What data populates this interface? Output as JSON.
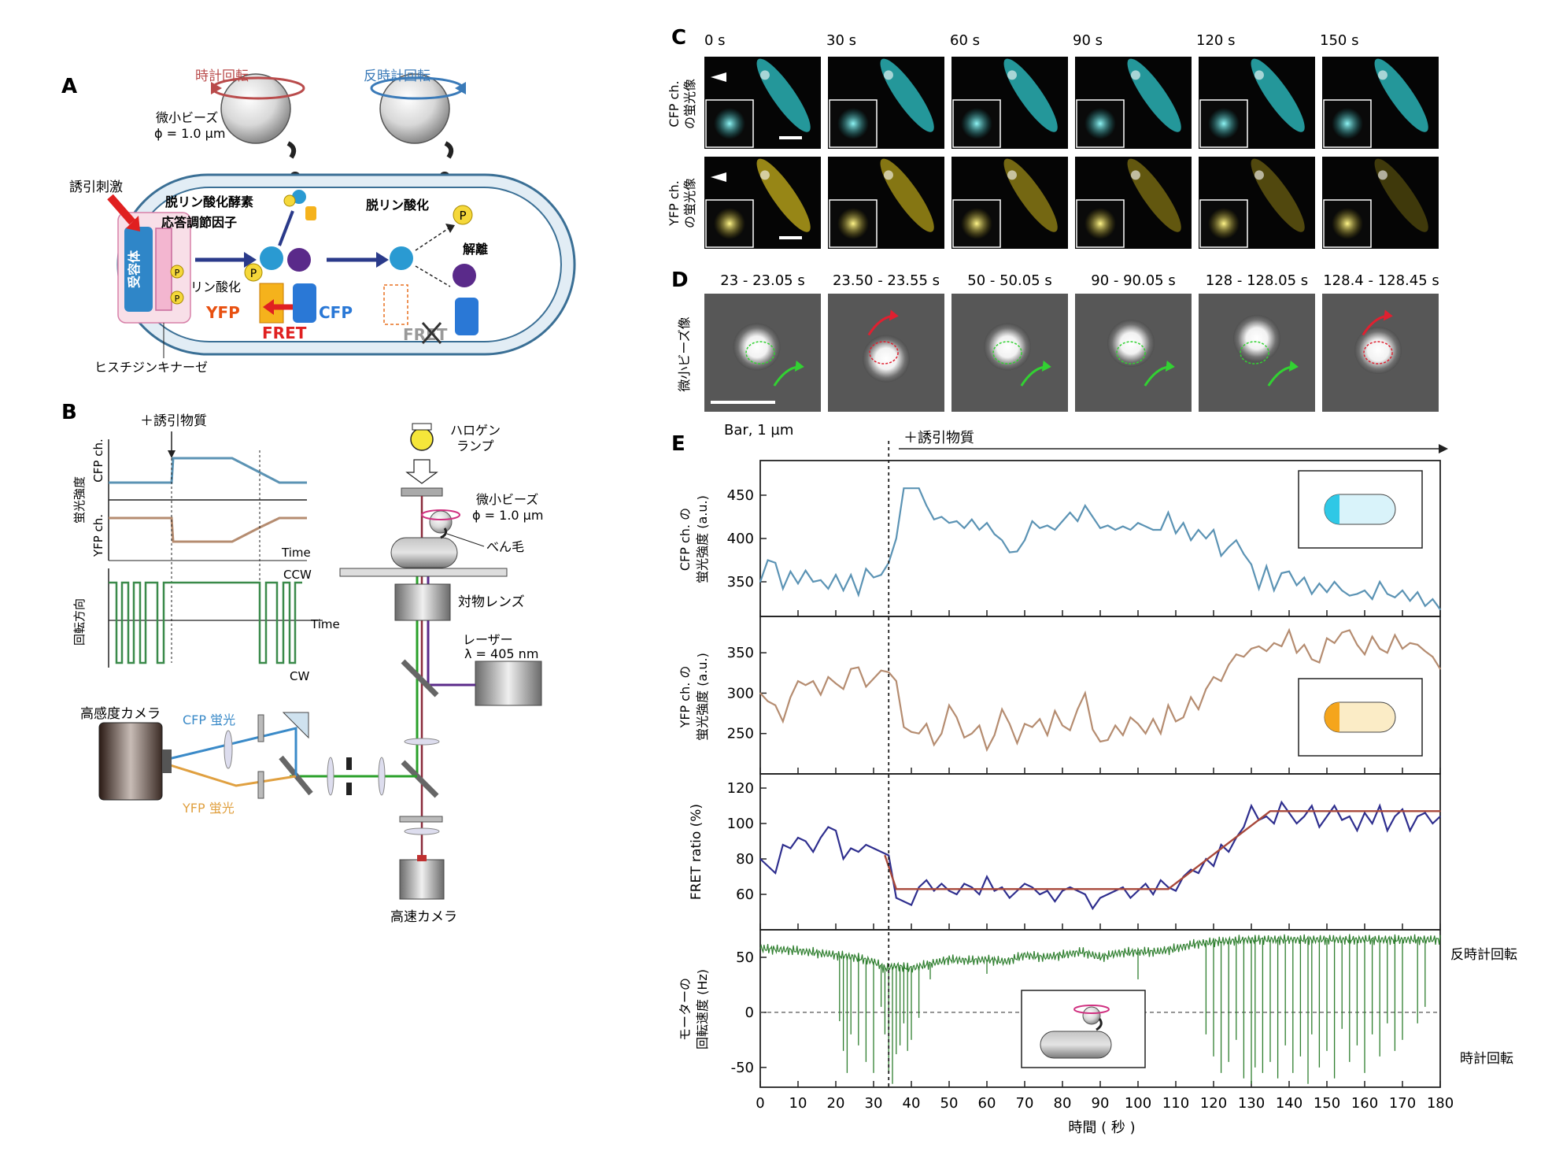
{
  "panels": {
    "A": "A",
    "B": "B",
    "C": "C",
    "D": "D",
    "E": "E"
  },
  "panel_a": {
    "cw_rotation": "時計回転",
    "ccw_rotation": "反時計回転",
    "bead": "微小ビーズ",
    "bead_size": "ϕ = 1.0 µm",
    "attractant_stimulus": "誘引刺激",
    "receptor": "受容体",
    "phosphatase": "脱リン酸化酵素",
    "response_regulator": "応答調節因子",
    "dephosphorylation": "脱リン酸化",
    "dissociation": "解離",
    "phosphorylation": "リン酸化",
    "yfp": "YFP",
    "cfp": "CFP",
    "fret": "FRET",
    "histidine_kinase": "ヒスチジンキナーゼ",
    "p": "P"
  },
  "panel_b": {
    "attractant": "＋誘引物質",
    "fluor_intensity": "蛍光強度",
    "cfp_ch": "CFP ch.",
    "yfp_ch": "YFP ch.",
    "time": "Time",
    "rotation_direction": "回転方向",
    "ccw": "CCW",
    "cw": "CW",
    "halogen": "ハロゲン",
    "lamp": "ランプ",
    "bead": "微小ビーズ",
    "bead_size": "ϕ = 1.0 µm",
    "flagellum": "べん毛",
    "objective": "対物レンズ",
    "laser": "レーザー",
    "laser_wl": "λ = 405 nm",
    "sensitive_camera": "高感度カメラ",
    "cfp_fluor": "CFP 蛍光",
    "yfp_fluor": "YFP 蛍光",
    "highspeed_camera": "高速カメラ"
  },
  "panel_c": {
    "times": [
      "0 s",
      "30 s",
      "60 s",
      "90 s",
      "120 s",
      "150 s"
    ],
    "cfp_row_label": [
      "CFP ch.",
      "の蛍光像"
    ],
    "yfp_row_label": [
      "YFP ch.",
      "の蛍光像"
    ],
    "cfp_color": "#2fc8cc",
    "yfp_color": "#c8b21c"
  },
  "panel_d": {
    "times": [
      "23 - 23.05 s",
      "23.50 - 23.55 s",
      "50 - 50.05 s",
      "90 - 90.05 s",
      "128 - 128.05 s",
      "128.4 - 128.45 s"
    ],
    "row_label": "微小ビーズ像",
    "bar": "Bar, 1 µm",
    "trace_colors": [
      "green",
      "red",
      "green",
      "green",
      "green",
      "red"
    ]
  },
  "panel_e": {
    "attractant": "＋誘引物質",
    "x_label": "時間 ( 秒 )",
    "ccw_label": "反時計回転",
    "cw_label": "時計回転"
  },
  "chart_data": [
    {
      "type": "line",
      "ylabel": "CFP ch. の蛍光強度 (a.u.)",
      "xlim": [
        0,
        180
      ],
      "ylim": [
        310,
        490
      ],
      "yticks": [
        350,
        400,
        450
      ],
      "series": [
        {
          "color": "#5b93b4",
          "x": [
            0,
            2,
            4,
            6,
            8,
            10,
            12,
            14,
            16,
            18,
            20,
            22,
            24,
            26,
            28,
            30,
            32,
            34,
            36,
            38,
            40,
            42,
            44,
            46,
            48,
            50,
            52,
            54,
            56,
            58,
            60,
            62,
            64,
            66,
            68,
            70,
            72,
            74,
            76,
            78,
            80,
            82,
            84,
            86,
            88,
            90,
            92,
            94,
            96,
            98,
            100,
            102,
            104,
            106,
            108,
            110,
            112,
            114,
            116,
            118,
            120,
            122,
            124,
            126,
            128,
            130,
            132,
            134,
            136,
            138,
            140,
            142,
            144,
            146,
            148,
            150,
            152,
            154,
            156,
            158,
            160,
            162,
            164,
            166,
            168,
            170,
            172,
            174,
            176,
            178,
            180
          ],
          "y": [
            350,
            375,
            372,
            342,
            362,
            348,
            363,
            350,
            352,
            342,
            358,
            340,
            358,
            335,
            365,
            355,
            358,
            372,
            400,
            458,
            458,
            458,
            438,
            422,
            425,
            418,
            420,
            412,
            422,
            410,
            418,
            405,
            398,
            384,
            385,
            398,
            420,
            412,
            415,
            410,
            420,
            430,
            420,
            438,
            425,
            412,
            415,
            410,
            414,
            410,
            418,
            414,
            410,
            410,
            430,
            406,
            418,
            398,
            410,
            400,
            410,
            380,
            390,
            398,
            382,
            370,
            342,
            368,
            340,
            360,
            362,
            346,
            355,
            336,
            348,
            338,
            350,
            340,
            334,
            336,
            340,
            330,
            350,
            336,
            332,
            340,
            328,
            338,
            322,
            330,
            318
          ]
        }
      ]
    },
    {
      "type": "line",
      "ylabel": "YFP ch. の蛍光強度 (a.u.)",
      "xlim": [
        0,
        180
      ],
      "ylim": [
        200,
        395
      ],
      "yticks": [
        250,
        300,
        350
      ],
      "series": [
        {
          "color": "#b58c70",
          "x": [
            0,
            2,
            4,
            6,
            8,
            10,
            12,
            14,
            16,
            18,
            20,
            22,
            24,
            26,
            28,
            30,
            32,
            34,
            36,
            38,
            40,
            42,
            44,
            46,
            48,
            50,
            52,
            54,
            56,
            58,
            60,
            62,
            64,
            66,
            68,
            70,
            72,
            74,
            76,
            78,
            80,
            82,
            84,
            86,
            88,
            90,
            92,
            94,
            96,
            98,
            100,
            102,
            104,
            106,
            108,
            110,
            112,
            114,
            116,
            118,
            120,
            122,
            124,
            126,
            128,
            130,
            132,
            134,
            136,
            138,
            140,
            142,
            144,
            146,
            148,
            150,
            152,
            154,
            156,
            158,
            160,
            162,
            164,
            166,
            168,
            170,
            172,
            174,
            176,
            178,
            180
          ],
          "y": [
            300,
            290,
            285,
            265,
            295,
            315,
            310,
            315,
            298,
            320,
            312,
            305,
            330,
            332,
            308,
            318,
            328,
            326,
            315,
            258,
            252,
            250,
            262,
            236,
            250,
            285,
            270,
            245,
            250,
            260,
            230,
            248,
            280,
            262,
            238,
            262,
            258,
            268,
            248,
            278,
            260,
            254,
            280,
            300,
            255,
            240,
            242,
            260,
            248,
            270,
            262,
            250,
            268,
            250,
            285,
            265,
            270,
            295,
            280,
            305,
            320,
            315,
            335,
            348,
            345,
            355,
            358,
            352,
            362,
            358,
            378,
            350,
            360,
            342,
            338,
            368,
            362,
            375,
            378,
            360,
            348,
            370,
            355,
            350,
            372,
            355,
            362,
            360,
            352,
            345,
            330
          ]
        }
      ]
    },
    {
      "type": "line",
      "ylabel": "FRET ratio (%)",
      "xlim": [
        0,
        180
      ],
      "ylim": [
        40,
        128
      ],
      "yticks": [
        60,
        80,
        100,
        120
      ],
      "series": [
        {
          "name": "",
          "color": "#2e2e8e",
          "x": [
            0,
            2,
            4,
            6,
            8,
            10,
            12,
            14,
            16,
            18,
            20,
            22,
            24,
            26,
            28,
            30,
            32,
            34,
            36,
            38,
            40,
            42,
            44,
            46,
            48,
            50,
            52,
            54,
            56,
            58,
            60,
            62,
            64,
            66,
            68,
            70,
            72,
            74,
            76,
            78,
            80,
            82,
            84,
            86,
            88,
            90,
            92,
            94,
            96,
            98,
            100,
            102,
            104,
            106,
            108,
            110,
            112,
            114,
            116,
            118,
            120,
            122,
            124,
            126,
            128,
            130,
            132,
            134,
            136,
            138,
            140,
            142,
            144,
            146,
            148,
            150,
            152,
            154,
            156,
            158,
            160,
            162,
            164,
            166,
            168,
            170,
            172,
            174,
            176,
            178,
            180
          ],
          "y": [
            80,
            76,
            72,
            88,
            86,
            92,
            90,
            84,
            92,
            98,
            96,
            80,
            86,
            84,
            88,
            86,
            84,
            82,
            58,
            56,
            54,
            64,
            68,
            62,
            66,
            62,
            60,
            66,
            64,
            60,
            70,
            62,
            64,
            58,
            62,
            66,
            64,
            60,
            62,
            56,
            62,
            64,
            62,
            60,
            52,
            58,
            60,
            62,
            64,
            58,
            62,
            66,
            60,
            68,
            64,
            62,
            70,
            74,
            72,
            80,
            76,
            88,
            84,
            92,
            98,
            110,
            102,
            104,
            100,
            112,
            106,
            100,
            104,
            110,
            98,
            104,
            110,
            102,
            104,
            96,
            106,
            100,
            110,
            96,
            104,
            108,
            96,
            104,
            106,
            100,
            104
          ]
        },
        {
          "name": "",
          "color": "#a8483a",
          "x": [
            33,
            36,
            50,
            100,
            108,
            135,
            180
          ],
          "y": [
            82,
            63,
            63,
            63,
            63,
            107,
            107
          ]
        }
      ]
    },
    {
      "type": "line",
      "ylabel": "モーターの 回転速度 (Hz)",
      "xlabel": "時間 ( 秒 )",
      "xlim": [
        0,
        180
      ],
      "ylim": [
        -68,
        75
      ],
      "yticks": [
        -50,
        0,
        50
      ],
      "xticks": [
        0,
        10,
        20,
        30,
        40,
        50,
        60,
        70,
        80,
        90,
        100,
        110,
        120,
        130,
        140,
        150,
        160,
        170,
        180
      ],
      "zero_line": true,
      "series": [
        {
          "color": "#2f7f2f",
          "baseline": [
            [
              0,
              58
            ],
            [
              10,
              56
            ],
            [
              20,
              52
            ],
            [
              25,
              50
            ],
            [
              30,
              46
            ],
            [
              33,
              40
            ],
            [
              36,
              42
            ],
            [
              40,
              40
            ],
            [
              45,
              44
            ],
            [
              50,
              48
            ],
            [
              55,
              47
            ],
            [
              60,
              48
            ],
            [
              65,
              46
            ],
            [
              70,
              52
            ],
            [
              75,
              50
            ],
            [
              80,
              52
            ],
            [
              85,
              55
            ],
            [
              90,
              50
            ],
            [
              95,
              54
            ],
            [
              100,
              55
            ],
            [
              105,
              55
            ],
            [
              110,
              58
            ],
            [
              115,
              62
            ],
            [
              120,
              64
            ],
            [
              130,
              66
            ],
            [
              140,
              66
            ],
            [
              150,
              66
            ],
            [
              160,
              66
            ],
            [
              170,
              66
            ],
            [
              180,
              66
            ]
          ],
          "spikes": [
            [
              21,
              -8
            ],
            [
              22,
              -35
            ],
            [
              23,
              -55
            ],
            [
              24,
              -20
            ],
            [
              26,
              -30
            ],
            [
              28,
              -45
            ],
            [
              30,
              -55
            ],
            [
              32,
              5
            ],
            [
              33,
              -20
            ],
            [
              34,
              -55
            ],
            [
              35,
              -65
            ],
            [
              36,
              -38
            ],
            [
              37,
              -30
            ],
            [
              38,
              -10
            ],
            [
              39,
              -35
            ],
            [
              40,
              -25
            ],
            [
              42,
              -5
            ],
            [
              45,
              30
            ],
            [
              60,
              35
            ],
            [
              100,
              30
            ],
            [
              118,
              -20
            ],
            [
              120,
              -40
            ],
            [
              122,
              -55
            ],
            [
              124,
              -45
            ],
            [
              126,
              -25
            ],
            [
              128,
              -60
            ],
            [
              130,
              -65
            ],
            [
              131,
              -50
            ],
            [
              133,
              -55
            ],
            [
              135,
              -45
            ],
            [
              137,
              -60
            ],
            [
              139,
              -30
            ],
            [
              141,
              -55
            ],
            [
              143,
              -40
            ],
            [
              145,
              -65
            ],
            [
              146,
              -20
            ],
            [
              148,
              -50
            ],
            [
              150,
              -35
            ],
            [
              152,
              -60
            ],
            [
              154,
              -15
            ],
            [
              156,
              -45
            ],
            [
              158,
              -30
            ],
            [
              160,
              -55
            ],
            [
              162,
              -20
            ],
            [
              164,
              -40
            ],
            [
              166,
              -10
            ],
            [
              168,
              -35
            ],
            [
              170,
              -25
            ],
            [
              174,
              -10
            ],
            [
              176,
              5
            ]
          ]
        }
      ]
    }
  ]
}
